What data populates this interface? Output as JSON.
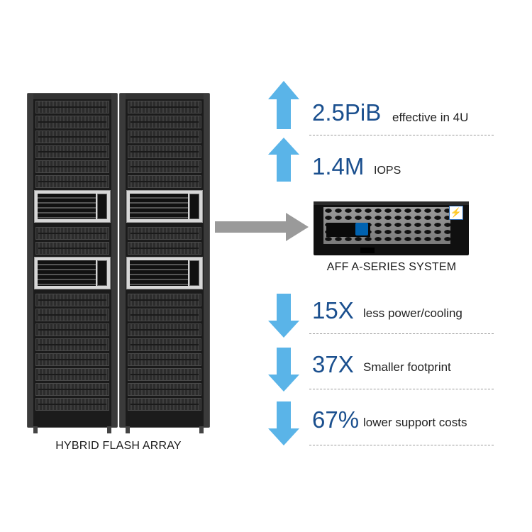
{
  "left": {
    "caption": "HYBRID FLASH ARRAY"
  },
  "system": {
    "caption": "AFF A-SERIES SYSTEM",
    "badge_icon": "lightning-icon"
  },
  "metrics": [
    {
      "value": "2.5PiB",
      "label": "effective in 4U",
      "direction": "up"
    },
    {
      "value": "1.4M",
      "label": "IOPS",
      "direction": "up"
    },
    {
      "value": "15X",
      "label": "less power/cooling",
      "direction": "down"
    },
    {
      "value": "37X",
      "label": "Smaller footprint",
      "direction": "down"
    },
    {
      "value": "67%",
      "label": "lower support costs",
      "direction": "down"
    }
  ],
  "colors": {
    "accent": "#5ab4e8",
    "value_text": "#1a4f8e",
    "connector": "#9a9a9a"
  }
}
